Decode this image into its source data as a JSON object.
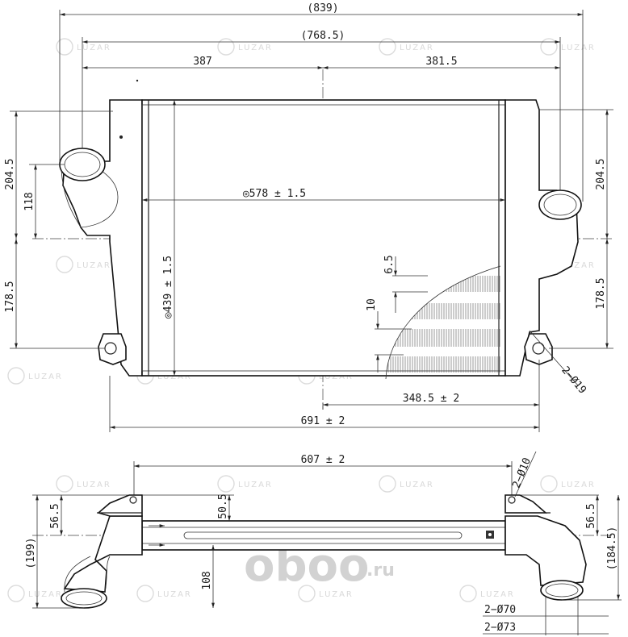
{
  "watermark": {
    "logo_text": "LUZAR",
    "site_name": "oboo",
    "site_tld": ".ru"
  },
  "dimensions": {
    "overall_width": "(839)",
    "pipe_centers": "(768.5)",
    "left_offset": "387",
    "right_offset": "381.5",
    "core_width": "◎578 ± 1.5",
    "core_height": "◎439 ± 1.5",
    "left_upper": "204.5",
    "left_pipe": "118",
    "left_lower": "178.5",
    "right_upper": "204.5",
    "right_lower": "178.5",
    "fin_pitch": "6.5",
    "fin_step": "10",
    "half_width": "348.5 ± 2",
    "frame_width": "691 ± 2",
    "mount_holes": "2−Ø19",
    "bracket_span": "607 ± 2",
    "bracket_holes": "2−Ø10",
    "left_bracket_h": "56.5",
    "flange_h": "50.5",
    "overall_depth_left": "(199)",
    "pipe_drop": "108",
    "right_bracket_h": "56.5",
    "overall_depth_right": "(184.5)",
    "inner_pipe_dia": "2−Ø70",
    "outer_pipe_dia": "2−Ø73"
  }
}
